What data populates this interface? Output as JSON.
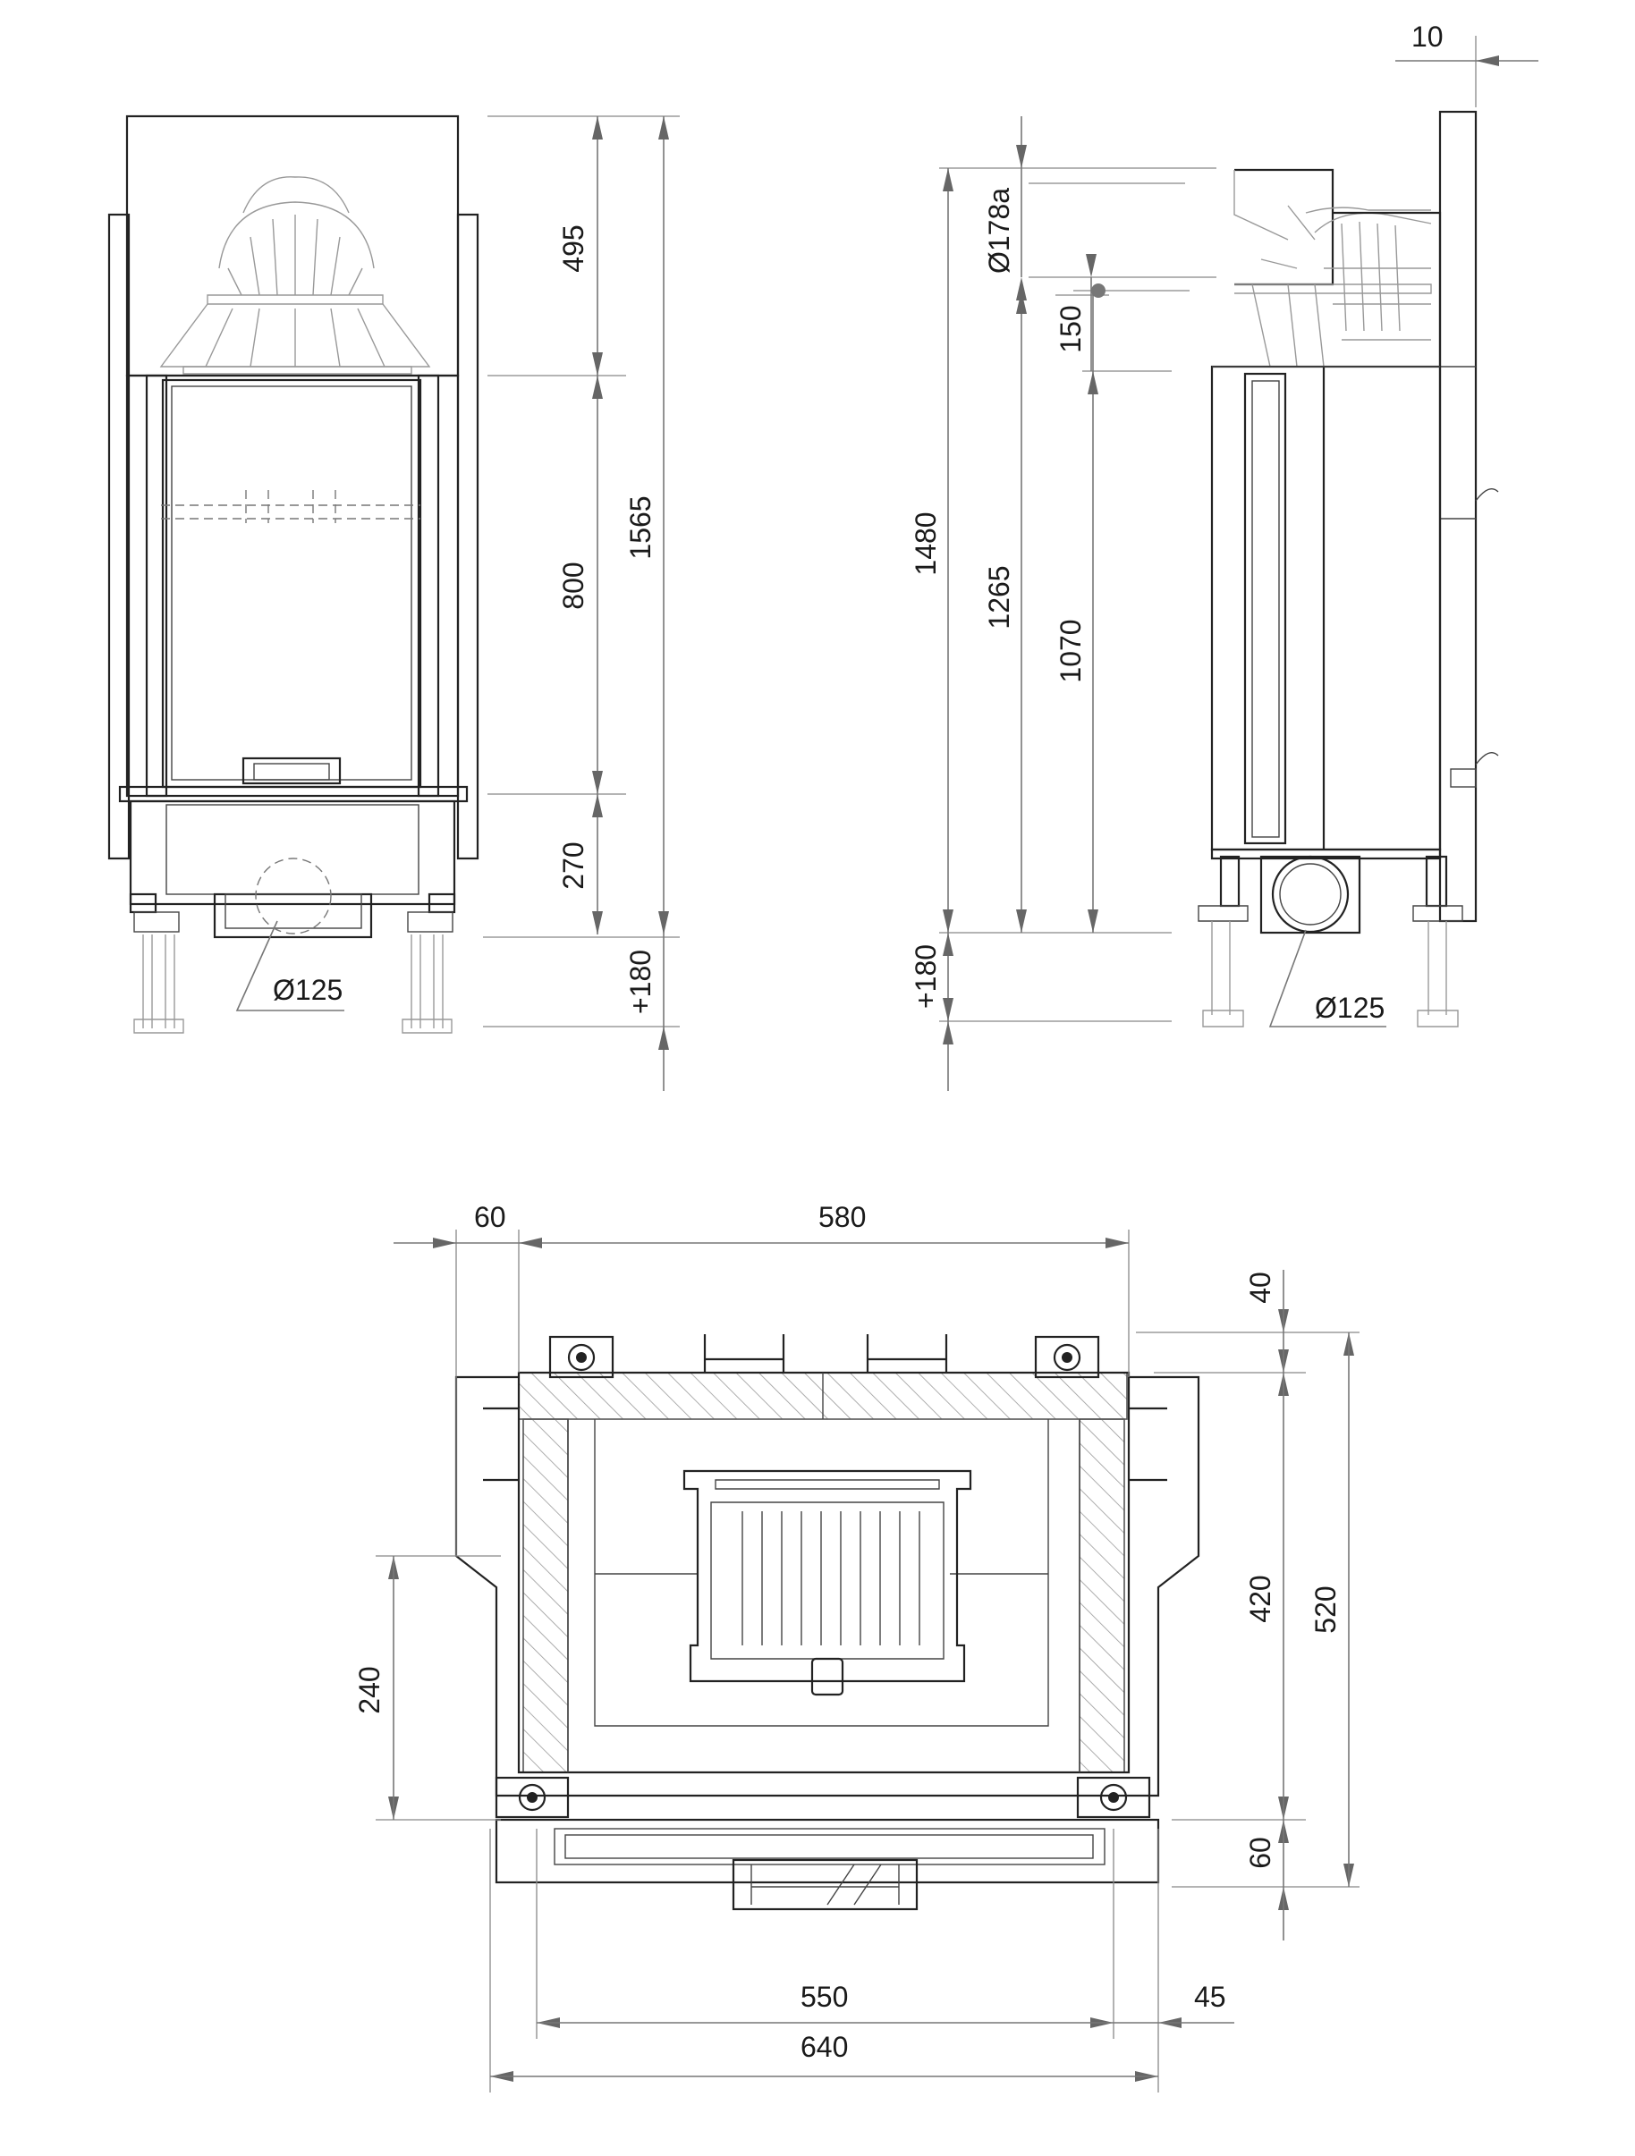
{
  "front_view": {
    "dims": {
      "top_section": "495",
      "glass": "800",
      "base": "270",
      "legs": "+180",
      "total_height": "1565",
      "flue_diameter": "Ø125"
    }
  },
  "side_view": {
    "dims": {
      "back_offset": "10",
      "outlet_diameter": "Ø178a",
      "outlet_offset": "150",
      "outlet_height": "1480",
      "mid_height": "1265",
      "door_height": "1070",
      "legs": "+180",
      "inlet_diameter": "Ø125"
    }
  },
  "plan_view": {
    "dims": {
      "left_margin": "60",
      "inner_width": "580",
      "top_depth": "40",
      "inner_depth": "420",
      "total_depth": "520",
      "front_depth": "60",
      "side_depth": "240",
      "door_width": "550",
      "right_offset": "45",
      "total_width": "640"
    }
  }
}
